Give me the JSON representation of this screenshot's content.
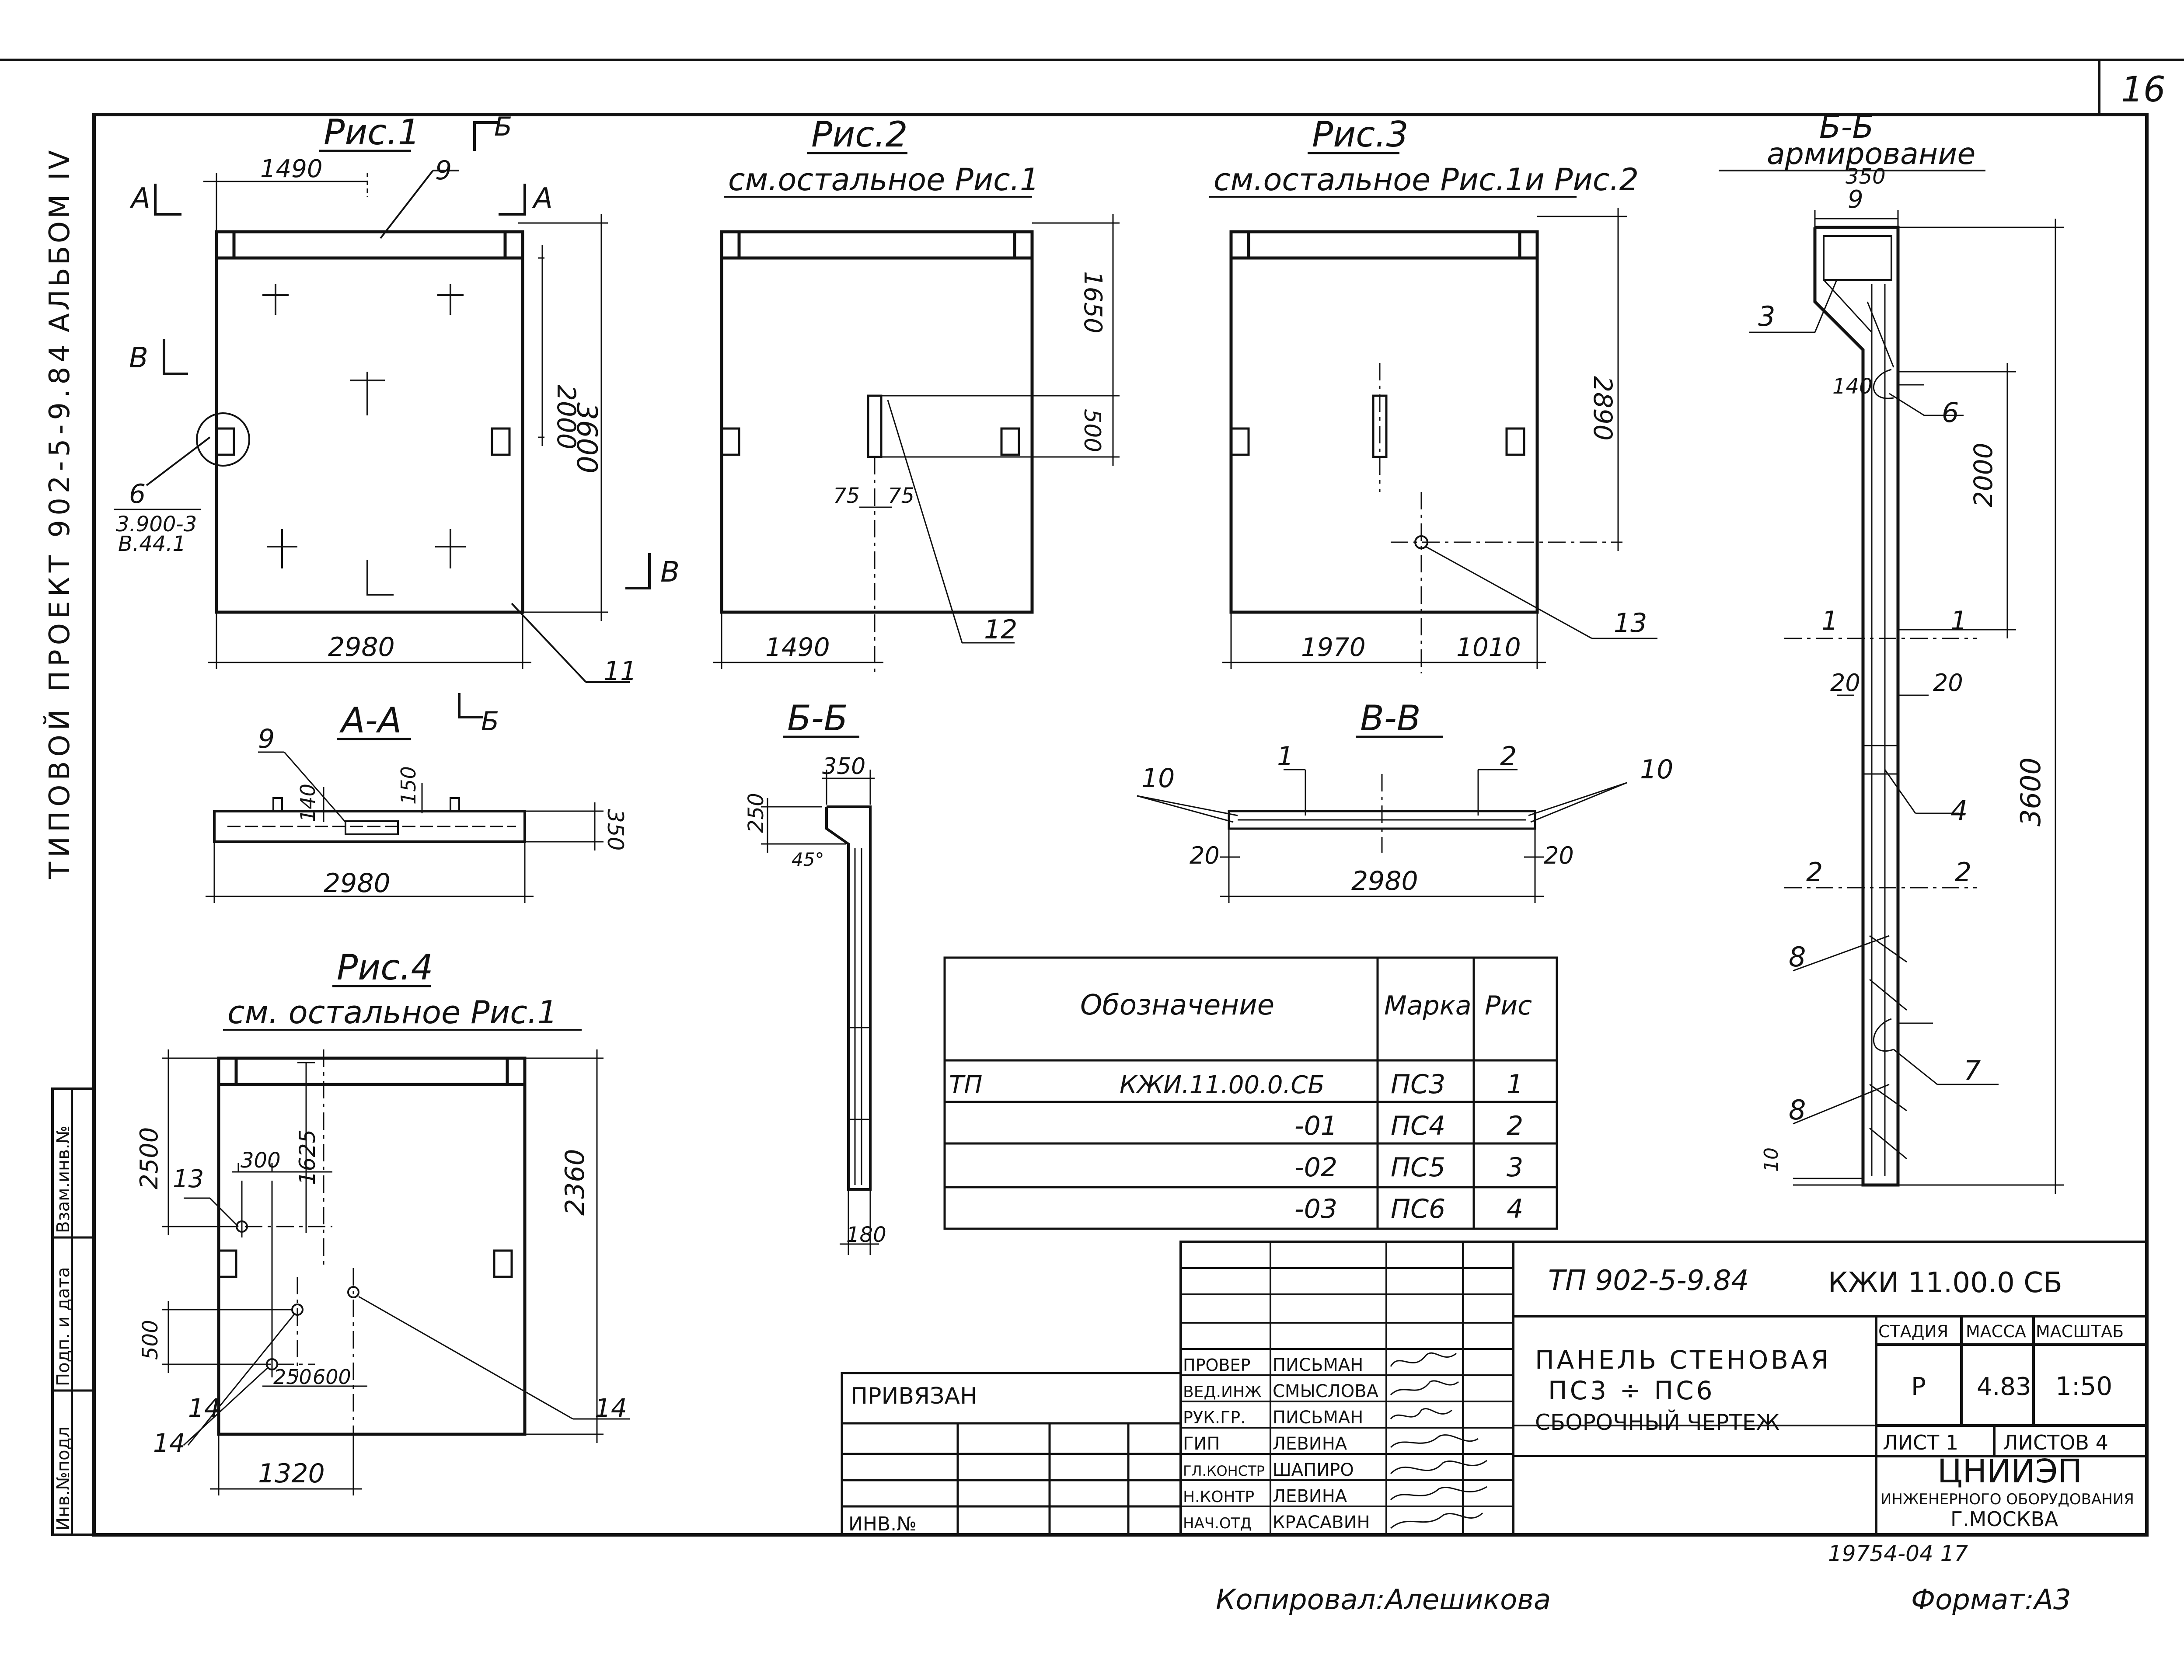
{
  "sheet": {
    "page_number": "16",
    "album": "АЛЬБОМ IV",
    "project": "ТИПОВОЙ ПРОЕКТ 902-5-9.84",
    "copied_by": "Копировал:Алешикова",
    "format": "Формат:А3",
    "archive_number": "19754-04 17"
  },
  "side_stamp": {
    "inv_orig": "Инв.№подл",
    "sign_date": "Подп. и дата",
    "replace_inv": "Взам.инв.№"
  },
  "figures": {
    "fig1": {
      "title": "Рис.1",
      "dims": {
        "top_left": "1490",
        "total_height": "3600",
        "inner_height": "2000",
        "width": "2980"
      },
      "labels": {
        "item9": "9",
        "item11": "11",
        "section_a1": "А",
        "section_a2": "А",
        "section_b1": "Б",
        "section_b2": "Б",
        "section_v1": "В",
        "section_v2": "В"
      },
      "callout_num": "6",
      "callout_ref1": "3.900-3",
      "callout_ref2": "В.44.1"
    },
    "fig2": {
      "title": "Рис.2",
      "subtitle": "см.остальное Рис.1",
      "dims": {
        "upper": "1650",
        "slot": "500",
        "left": "1490",
        "a": "75",
        "b": "75"
      },
      "labels": {
        "item12": "12"
      }
    },
    "fig3": {
      "title": "Рис.3",
      "subtitle": "см.остальное Рис.1и Рис.2",
      "dims": {
        "height": "2890",
        "left": "1970",
        "right": "1010"
      },
      "labels": {
        "item13": "13"
      }
    },
    "fig4": {
      "title": "Рис.4",
      "subtitle": "см. остальное Рис.1",
      "dims": {
        "h2500": "2500",
        "h1625": "1625",
        "h2360": "2360",
        "w300": "300",
        "h500": "500",
        "w250": "250",
        "w600": "600",
        "w1320": "1320"
      },
      "labels": {
        "item13": "13",
        "item14a": "14",
        "item14b": "14"
      }
    },
    "section_aa": {
      "title": "А-А",
      "dims": {
        "d140": "140",
        "d150": "150",
        "d350": "350",
        "width": "2980"
      },
      "labels": {
        "item9": "9"
      }
    },
    "section_bb_small": {
      "title": "Б-Б",
      "dims": {
        "d350": "350",
        "d250": "250",
        "angle": "45°",
        "d180": "180"
      }
    },
    "section_vv": {
      "title": "В-В",
      "dims": {
        "left": "20",
        "right": "20",
        "width": "2980"
      },
      "labels": {
        "item10a": "10",
        "item10b": "10",
        "item1": "1",
        "item2": "2"
      }
    },
    "section_bb_reinf": {
      "title": "Б-Б",
      "subtitle": "армирование",
      "dims": {
        "d350": "350",
        "d140": "140",
        "d2000": "2000",
        "d3600": "3600",
        "d20a": "20",
        "d20b": "20",
        "d10": "10"
      },
      "labels": {
        "l9": "9",
        "l3": "3",
        "l6": "6",
        "l1a": "1",
        "l1b": "1",
        "l4": "4",
        "l2a": "2",
        "l2b": "2",
        "l8a": "8",
        "l7": "7",
        "l8b": "8"
      }
    }
  },
  "spec_table": {
    "headers": [
      "Обозначение",
      "Марка",
      "Рис"
    ],
    "prefix": "ТП",
    "rows": [
      {
        "designation": "КЖИ.11.00.0.СБ",
        "mark": "ПС3",
        "fig": "1"
      },
      {
        "designation": "-01",
        "mark": "ПС4",
        "fig": "2"
      },
      {
        "designation": "-02",
        "mark": "ПС5",
        "fig": "3"
      },
      {
        "designation": "-03",
        "mark": "ПС6",
        "fig": "4"
      }
    ]
  },
  "title_block": {
    "privyazan": "ПРИВЯЗАН",
    "inv_no": "ИНВ.№",
    "doc_code": "ТП 902-5-9.84",
    "doc_mark": "КЖИ 11.00.0 СБ",
    "name_line1": "ПАНЕЛЬ СТЕНОВАЯ",
    "name_line2": "ПС3 ÷ ПС6",
    "name_line3": "СБОРОЧНЫЙ ЧЕРТЕЖ",
    "stage_hdr": "СТАДИЯ",
    "mass_hdr": "МАССА",
    "scale_hdr": "МАСШТАБ",
    "stage": "Р",
    "mass": "4.83",
    "scale": "1:50",
    "sheet": "ЛИСТ 1",
    "sheets": "ЛИСТОВ 4",
    "org1": "ЦНИИЭП",
    "org2": "ИНЖЕНЕРНОГО ОБОРУДОВАНИЯ",
    "org3": "Г.МОСКВА",
    "staff": [
      {
        "role": "ПРОВЕР",
        "name": "ПИСЬМАН"
      },
      {
        "role": "ВЕД.ИНЖ",
        "name": "СМЫСЛОВА"
      },
      {
        "role": "РУК.ГР.",
        "name": "ПИСЬМАН"
      },
      {
        "role": "ГИП",
        "name": "ЛЕВИНА"
      },
      {
        "role": "ГЛ.КОНСТР",
        "name": "ШАПИРО"
      },
      {
        "role": "Н.КОНТР",
        "name": "ЛЕВИНА"
      },
      {
        "role": "НАЧ.ОТД",
        "name": "КРАСАВИН"
      }
    ]
  }
}
